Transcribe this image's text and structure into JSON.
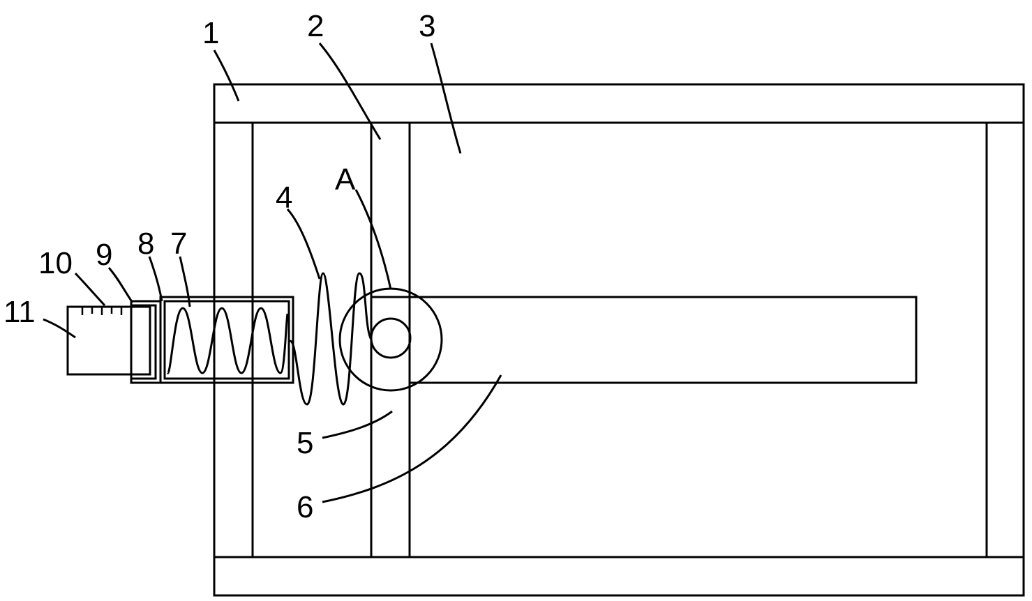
{
  "figure": {
    "callouts": [
      {
        "id": "housing",
        "text": "1"
      },
      {
        "id": "partition",
        "text": "2"
      },
      {
        "id": "filler",
        "text": "3"
      },
      {
        "id": "large-spring",
        "text": "4"
      },
      {
        "id": "sliding-plate",
        "text": "5"
      },
      {
        "id": "rod",
        "text": "6"
      },
      {
        "id": "small-spring",
        "text": "7"
      },
      {
        "id": "sleeve",
        "text": "8"
      },
      {
        "id": "collar",
        "text": "9"
      },
      {
        "id": "thread",
        "text": "10"
      },
      {
        "id": "knob",
        "text": "11"
      },
      {
        "id": "detail",
        "text": "A"
      }
    ]
  },
  "colors": {
    "line": "#000000",
    "background": "#ffffff"
  }
}
